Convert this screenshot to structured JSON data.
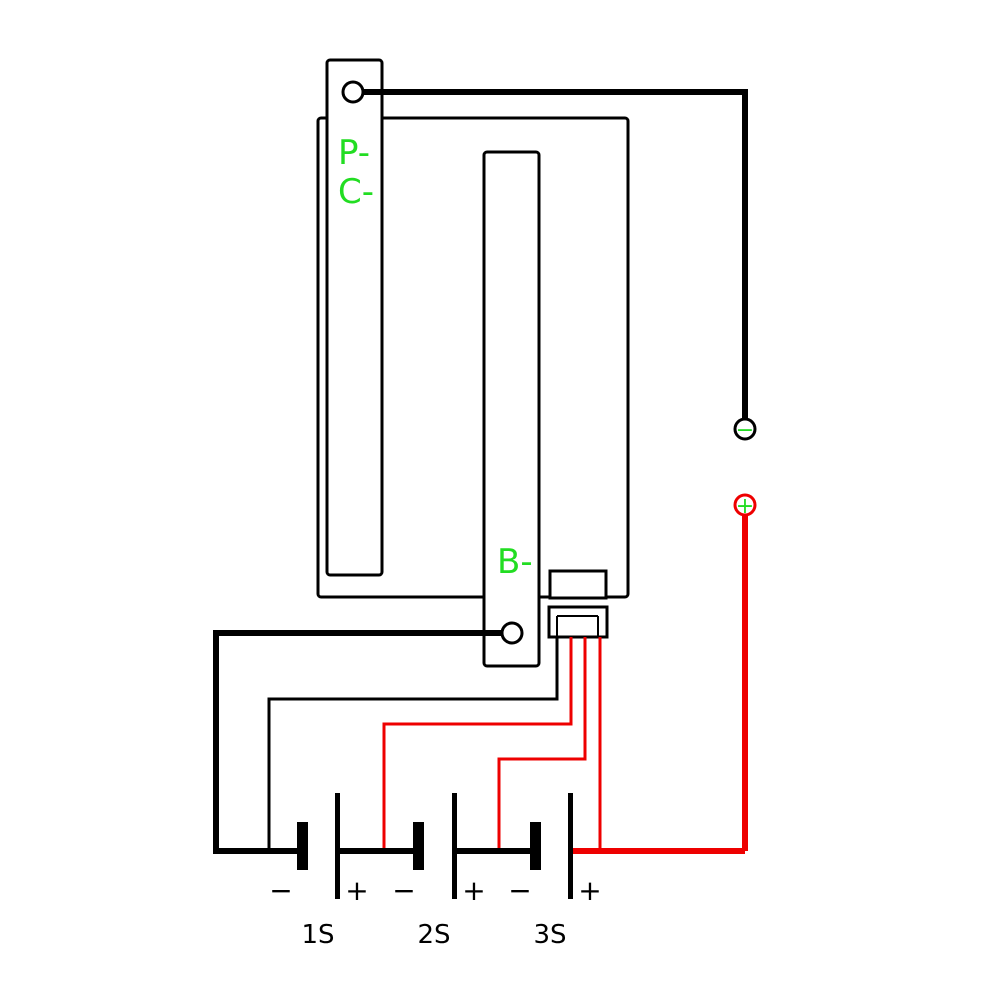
{
  "board": {
    "p_label": "P-",
    "c_label": "C-",
    "b_label": "B-"
  },
  "output": {
    "minus": "−",
    "plus": "+"
  },
  "cells": [
    {
      "name": "1S",
      "minus": "−",
      "plus": "+"
    },
    {
      "name": "2S",
      "minus": "−",
      "plus": "+"
    },
    {
      "name": "3S",
      "minus": "−",
      "plus": "+"
    }
  ],
  "colors": {
    "outline": "#000000",
    "negative_wire": "#000000",
    "positive_wire": "#ee0000",
    "label_green": "#22dd22"
  }
}
